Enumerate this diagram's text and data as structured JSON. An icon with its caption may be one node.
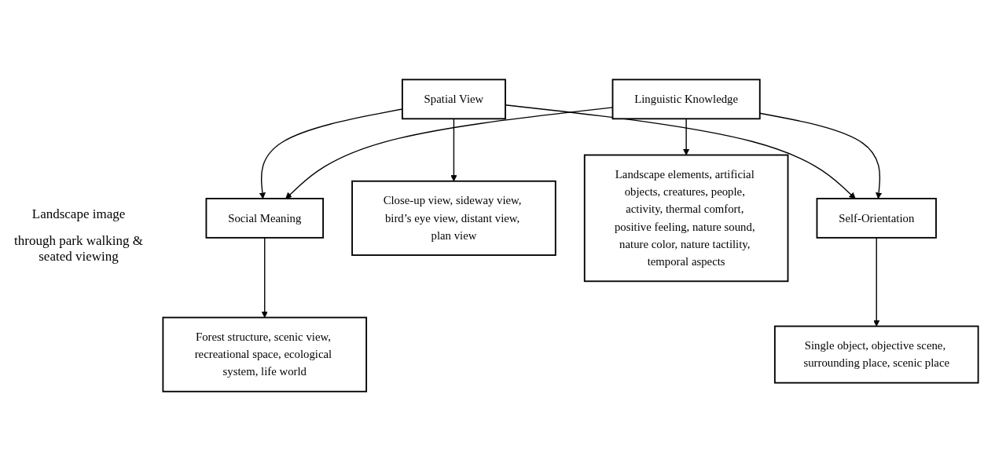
{
  "diagram": {
    "nodes": [
      {
        "text": [
          "Forest structure, scenic view, recreational space, ecological system, life world"
        ]
      },
      {
        "text": [
          "Social Meaning"
        ]
      },
      {
        "text": [
          "Close-up view, sideway view, bird’s eye view, distant view, plan view"
        ]
      },
      {
        "text": [
          "Spatial View"
        ]
      },
      {
        "text": [
          "Linguistic Knowledge"
        ]
      },
      {
        "text": [
          "Landscape elements, artificial objects, creatures, people, activity, thermal comfort, positive feeling, nature sound, nature color, nature tactility, temporal aspects"
        ]
      },
      {
        "text": [
          "Self-Orientation"
        ]
      },
      {
        "text": [
          "Single object, objective scene, surrounding place, scenic place"
        ]
      }
    ],
    "edges": [
      {
        "from": 1,
        "to": 0,
        "arrow": "to"
      },
      {
        "from": 3,
        "to": 2,
        "arrow": "to"
      },
      {
        "from": 4,
        "to": 5,
        "arrow": "to"
      },
      {
        "from": 6,
        "to": 7,
        "arrow": "to"
      },
      {
        "from": 3,
        "to": 1,
        "arrow": "to"
      },
      {
        "from": 3,
        "to": 6,
        "arrow": "to"
      },
      {
        "from": 4,
        "to": 1,
        "arrow": "to"
      },
      {
        "from": 4,
        "to": 6,
        "arrow": "to"
      }
    ],
    "labels": [
      "Landscape image",
      "through park walking & seated viewing"
    ]
  }
}
